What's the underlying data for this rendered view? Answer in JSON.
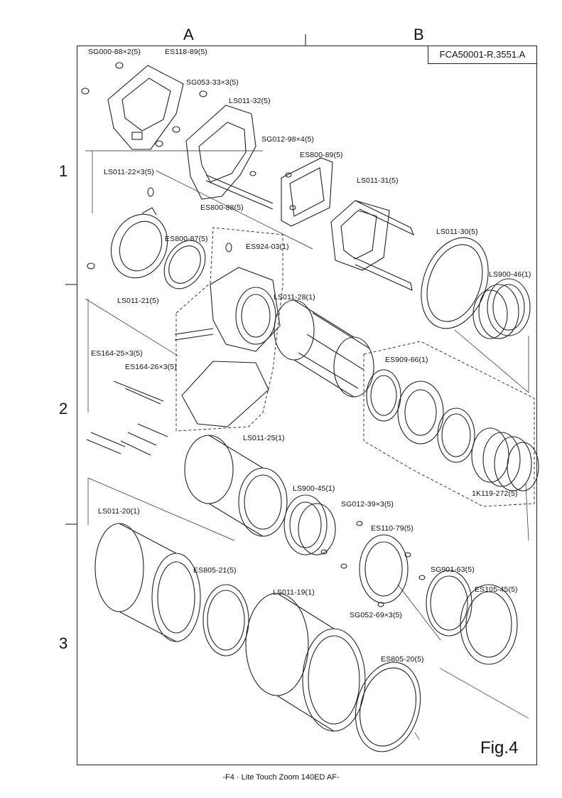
{
  "sheet": {
    "column_a": "A",
    "column_b": "B",
    "row_1": "1",
    "row_2": "2",
    "row_3": "3",
    "document_id": "FCA50001-R.3551.A",
    "figure_label": "Fig.4",
    "footer": "-F4 · Lite Touch Zoom 140ED AF-"
  },
  "parts": [
    {
      "label": "SG000-88×2(5)"
    },
    {
      "label": "ES118-89(5)"
    },
    {
      "label": "SG053-33×3(5)"
    },
    {
      "label": "LS011-32(5)"
    },
    {
      "label": "SG012-98×4(5)"
    },
    {
      "label": "ES800-89(5)"
    },
    {
      "label": "LS011-22×3(5)"
    },
    {
      "label": "LS011-31(5)"
    },
    {
      "label": "ES800-88(5)"
    },
    {
      "label": "ES800-87(5)"
    },
    {
      "label": "ES924-03(1)"
    },
    {
      "label": "LS011-30(5)"
    },
    {
      "label": "LS900-46(1)"
    },
    {
      "label": "LS011-21(5)"
    },
    {
      "label": "LS011-28(1)"
    },
    {
      "label": "ES164-25×3(5)"
    },
    {
      "label": "ES164-26×3(5)"
    },
    {
      "label": "ES909-66(1)"
    },
    {
      "label": "LS011-25(1)"
    },
    {
      "label": "LS900-45(1)"
    },
    {
      "label": "1K119-272(5)"
    },
    {
      "label": "SG012-39×3(5)"
    },
    {
      "label": "LS011-20(1)"
    },
    {
      "label": "ES110-79(5)"
    },
    {
      "label": "ES805-21(5)"
    },
    {
      "label": "SG901-63(5)"
    },
    {
      "label": "ES105-45(5)"
    },
    {
      "label": "LS011-19(1)"
    },
    {
      "label": "SG052-69×3(5)"
    },
    {
      "label": "ES805-20(5)"
    }
  ]
}
